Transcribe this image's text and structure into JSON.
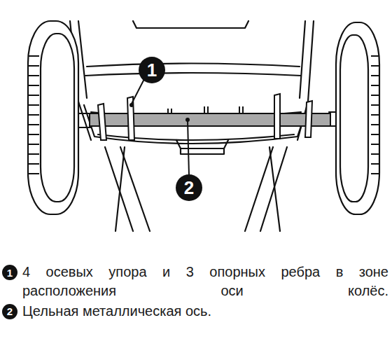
{
  "diagram": {
    "nodes": [
      {
        "text": [
          "1"
        ]
      },
      {
        "text": [
          "2"
        ]
      },
      {
        "text": [
          "1"
        ]
      },
      {
        "text": [
          "2"
        ]
      }
    ],
    "labels": [
      "4 осевых упора и 3 опорных ребра в зоне расположения оси колёс.",
      "Цельная металлическая ось."
    ]
  }
}
